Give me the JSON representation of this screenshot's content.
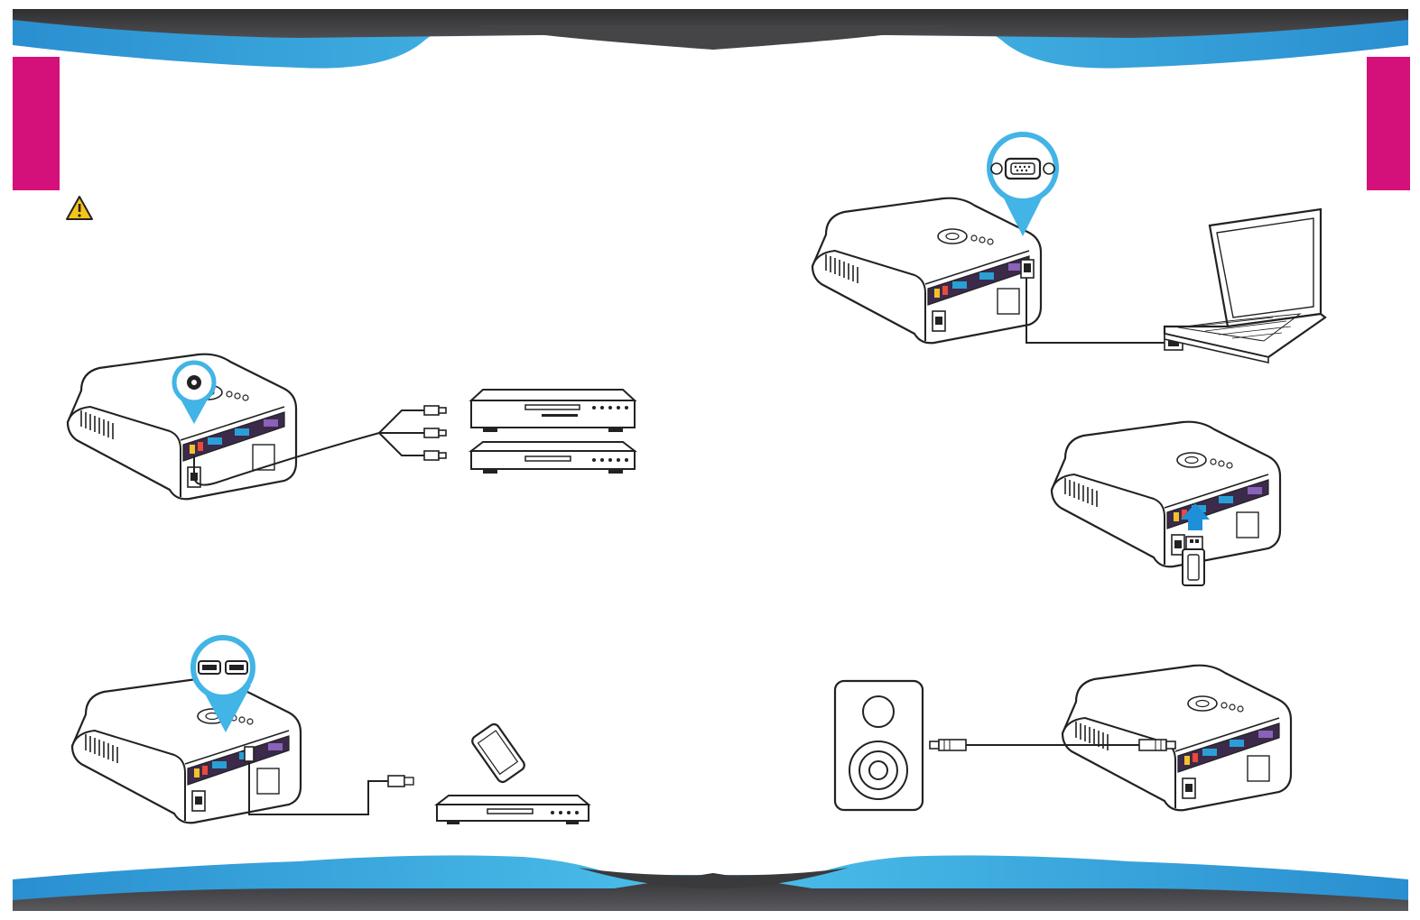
{
  "colors": {
    "accent_blue": "#42b4e6",
    "accent_blue_dark": "#2a8fd0",
    "banner_dark": "#3a3a3d",
    "tab_magenta": "#d4117a",
    "warning_yellow": "#f5c518",
    "line": "#333333"
  },
  "icons": {
    "warning": "warning-triangle-icon",
    "projector": "projector-icon",
    "laptop": "laptop-icon",
    "dvd_player": "dvd-player-icon",
    "set_top_box": "set-top-box-icon",
    "smartphone": "smartphone-icon",
    "usb_drive": "usb-drive-icon",
    "speaker": "speaker-icon",
    "up_arrow": "up-arrow-icon"
  },
  "diagrams": [
    {
      "id": "av",
      "connection": "av-cable",
      "zoom": "av-port-zoom"
    },
    {
      "id": "vga",
      "connection": "vga-cable",
      "zoom": "vga-port-zoom"
    },
    {
      "id": "usb",
      "connection": "usb-insert"
    },
    {
      "id": "hdmi",
      "connection": "hdmi-cable",
      "zoom": "hdmi-port-zoom"
    },
    {
      "id": "audio",
      "connection": "audio-cable"
    }
  ]
}
